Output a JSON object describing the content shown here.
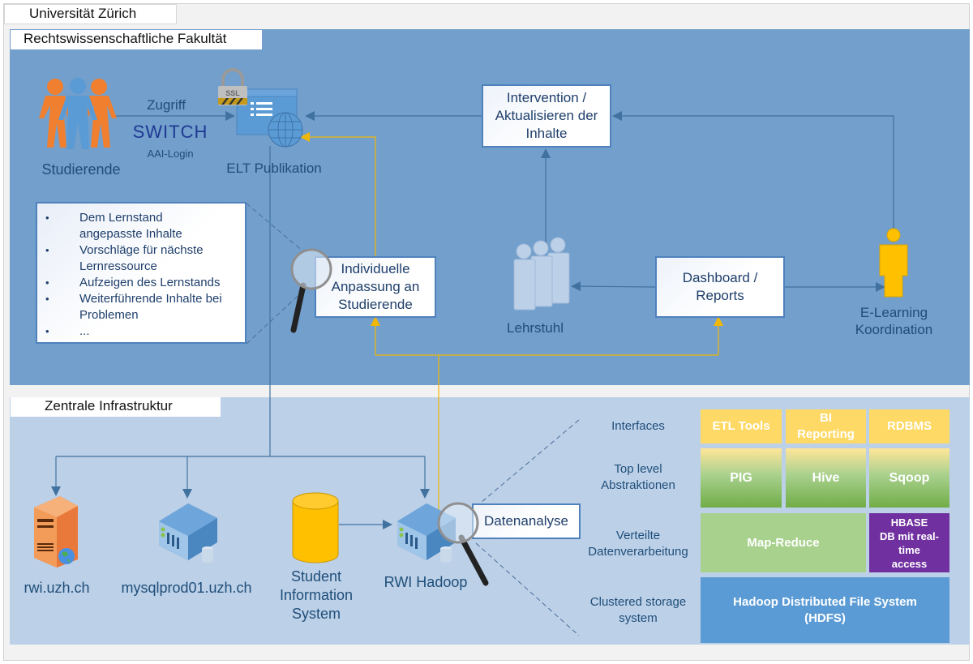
{
  "frame": {
    "university": "Universität Zürich",
    "faculty": "Rechtswissenschaftliche Fakultät",
    "infrastructure": "Zentrale Infrastruktur"
  },
  "faculty_section": {
    "students": {
      "label": "Studierende",
      "icon": "people-group-icon"
    },
    "access": {
      "label": "Zugriff",
      "switch_logo": "SWITCH",
      "login": "AAI-Login"
    },
    "elt": {
      "label": "ELT Publikation",
      "icons": [
        "ssl-lock-icon",
        "web-page-icon",
        "globe-icon"
      ]
    },
    "intervention": {
      "lines": [
        "Intervention /",
        "Aktualisieren der",
        "Inhalte"
      ]
    },
    "adaptation": {
      "lines": [
        "Individuelle",
        "Anpassung an",
        "Studierende"
      ]
    },
    "adaptation_details": [
      "Dem Lernstand angepasste Inhalte",
      "Vorschläge für nächste Lernressource",
      "Aufzeigen des Lernstands",
      "Weiterführende Inhalte bei Problemen",
      "..."
    ],
    "chair": {
      "label": "Lehrstuhl",
      "icon": "people-group-icon"
    },
    "dashboard": {
      "lines": [
        "Dashboard /",
        "Reports"
      ]
    },
    "elearning": {
      "lines": [
        "E-Learning",
        "Koordination"
      ],
      "icon": "person-icon"
    }
  },
  "infrastructure_section": {
    "servers": [
      {
        "label": "rwi.uzh.ch",
        "icon": "web-server-icon"
      },
      {
        "label": "mysqlprod01.uzh.ch",
        "icon": "database-server-icon"
      },
      {
        "label": "RWI Hadoop",
        "icon": "database-server-icon"
      }
    ],
    "sis": {
      "lines": [
        "Student",
        "Information",
        "System"
      ],
      "icon": "database-cylinder-icon"
    },
    "analysis": {
      "label": "Datenanalyse",
      "icon": "magnifier-icon"
    },
    "hadoop_stack": {
      "layers": [
        {
          "name": "Interfaces",
          "items": [
            "ETL Tools",
            "BI Reporting",
            "RDBMS"
          ]
        },
        {
          "name": "Top level Abstraktionen",
          "items": [
            "PIG",
            "Hive",
            "Sqoop"
          ]
        },
        {
          "name": "Verteilte Datenverarbeitung",
          "items": [
            "Map-Reduce",
            "HBASE DB mit real-time access"
          ]
        },
        {
          "name": "Clustered storage system",
          "items": [
            "Hadoop Distributed File System (HDFS)"
          ]
        }
      ],
      "side_labels": {
        "interfaces": "Interfaces",
        "toplevel": [
          "Top level",
          "Abstraktionen"
        ],
        "verteilt": [
          "Verteilte",
          "Datenverarbeitung"
        ],
        "clustered": [
          "Clustered storage",
          "system"
        ]
      },
      "blocks": {
        "etl": "ETL Tools",
        "bi": [
          "BI",
          "Reporting"
        ],
        "rdbms": "RDBMS",
        "pig": "PIG",
        "hive": "Hive",
        "sqoop": "Sqoop",
        "mapreduce": "Map-Reduce",
        "hbase": [
          "HBASE",
          "DB mit real-",
          "time",
          "access"
        ],
        "hdfs": [
          "Hadoop Distributed File System",
          "(HDFS)"
        ]
      }
    }
  },
  "colors": {
    "faculty_bg": "#729fcb",
    "infra_bg": "#bcd0e8",
    "connector_blue": "#41729f",
    "connector_yellow": "#f2b705",
    "interfaces": "#ffd966",
    "mapreduce": "#a9d18e",
    "hbase": "#7030a0",
    "hdfs": "#5b9bd5",
    "students_orange": "#f08030",
    "coordinator_yellow": "#ffc000"
  }
}
